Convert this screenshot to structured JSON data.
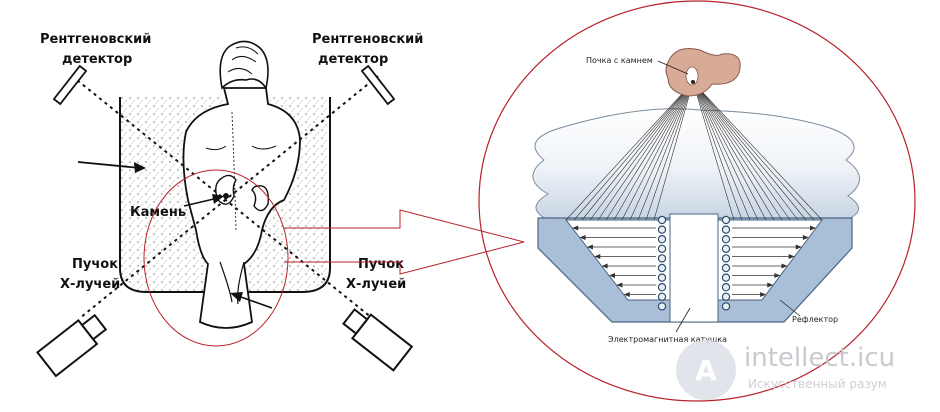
{
  "left_panel": {
    "detector_left": [
      "Рентгеновский",
      "детектор"
    ],
    "detector_right": [
      "Рентгеновский",
      "детектор"
    ],
    "stone_label": "Камень",
    "beam_left": [
      "Пучок",
      "Х-лучей"
    ],
    "beam_right": [
      "Пучок",
      "Х-лучей"
    ]
  },
  "right_panel": {
    "kidney_label": "Почка с камнем",
    "reflector_label": "Рефлектор",
    "coil_label": "Электромагнитная катушка"
  },
  "watermark": {
    "site": "intellect.icu",
    "tagline": "Искусственный разум",
    "logo_letter": "A"
  },
  "colors": {
    "callout_outline": "#b8202a",
    "reflector_fill": "#a9bfd8",
    "kidney_fill": "#d8aa98",
    "coil_fill": "#2d4e6e"
  }
}
